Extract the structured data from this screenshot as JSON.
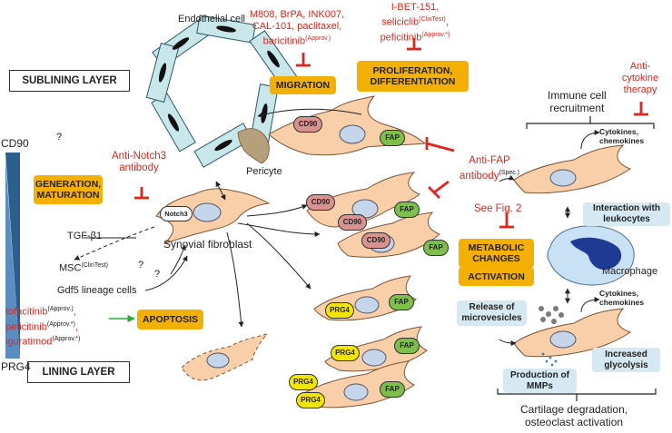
{
  "layers": {
    "sublining": "SUBLINING LAYER",
    "lining": "LINING LAYER"
  },
  "gradient_labels": {
    "top": "CD90",
    "bottom": "PRG4"
  },
  "cells": {
    "endothelial": "Endothelial cell",
    "pericyte": "Pericyte",
    "synovial_fibroblast": "Synovial fibroblast",
    "macrophage": "Macrophage"
  },
  "markers": {
    "cd90": "CD90",
    "fap": "FAP",
    "prg4": "PRG4",
    "notch3": "Notch3"
  },
  "boxes": {
    "migration": "MIGRATION",
    "proliferation": "PROLIFERATION, DIFFERENTIATION",
    "generation": "GENERATION, MATURATION",
    "apoptosis": "APOPTOSIS",
    "metabolic": "METABOLIC CHANGES",
    "activation": "ACTIVATION",
    "interaction": "Interaction with leukocytes",
    "microvesicles": "Release of microvesicles",
    "mmps": "Production of MMPs",
    "glycolysis": "Increased glycolysis"
  },
  "drugs": {
    "migration_1": "M808, BrPA, INK007,",
    "migration_2": "CAL-101, paclitaxel,",
    "migration_3": "baricitinib",
    "migration_3_sup": "(Approv.)",
    "prolif_1": "I-BET-151,",
    "prolif_2": "seliciclib",
    "prolif_2_sup": "(ClinTest)",
    "prolif_3": "peficitinib",
    "prolif_3_sup": "(Approv.*)",
    "notch_1": "Anti-Notch3",
    "notch_2": "antibody",
    "fap_1": "Anti-FAP",
    "fap_2": "antibody",
    "fap_2_sup": "(Spec.)",
    "fig2": "See Fig. 2",
    "anticyto_1": "Anti-",
    "anticyto_2": "cytokine",
    "anticyto_3": "therapy",
    "apop_1": "tofacitinib",
    "apop_1_sup": "(Approv.)",
    "apop_2": "peficitinib",
    "apop_2_sup": "(Approv.*)",
    "apop_3": "iguratimod",
    "apop_3_sup": "(Approv.*)"
  },
  "labels": {
    "question": "?",
    "tgf": "TGF-β1",
    "msc": "MSC",
    "msc_sup": "(ClinTest)",
    "gdf5": "Gdf5 lineage cells",
    "immune_1": "Immune cell",
    "immune_2": "recruitment",
    "cytokines_1": "Cytokines,",
    "cytokines_2": "chemokines",
    "cartilage_1": "Cartilage degradation,",
    "cartilage_2": "osteoclast activation"
  },
  "colors": {
    "orange_box": "#f4b000",
    "blue_box": "#d6e9f2",
    "inhibitor_red": "#e4241b",
    "fibroblast": "#f8cfa8",
    "cd90_fill": "#d9928f",
    "fap_fill": "#7dbf4a",
    "prg4_fill": "#f2e600",
    "endothelial_fill": "#c9e6ea",
    "macrophage_fill": "#1f3a93",
    "gradient": "#2a5f8f"
  }
}
